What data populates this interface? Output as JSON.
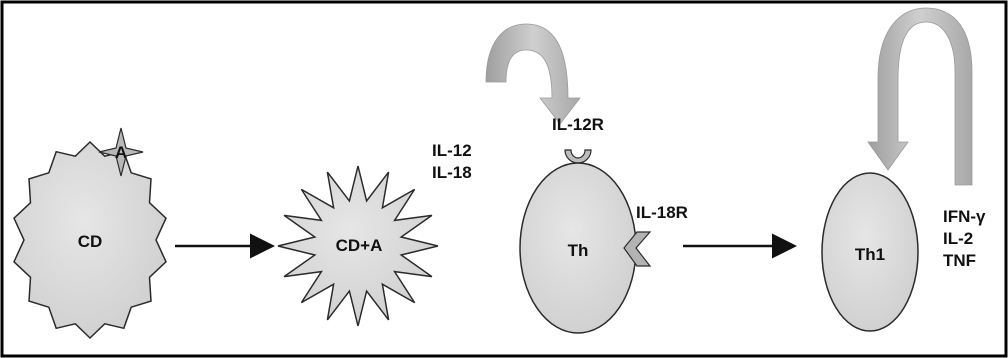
{
  "diagram": {
    "nodes": {
      "cd": "CD",
      "antigen": "A",
      "cd_a": "CD+A",
      "th": "Th",
      "th1": "Th1"
    },
    "cytokines_in": [
      "IL-12",
      "IL-18"
    ],
    "receptors": {
      "il12r": "IL-12R",
      "il18r": "IL-18R"
    },
    "cytokines_out": [
      "IFN-γ",
      "IL-2",
      "TNF"
    ],
    "colors": {
      "shape_fill": "#d9d9d9",
      "shape_stroke": "#2b2b2b",
      "arrow": "#111111",
      "curved_arrow": "#b8b8b8",
      "frame": "#000000"
    }
  }
}
